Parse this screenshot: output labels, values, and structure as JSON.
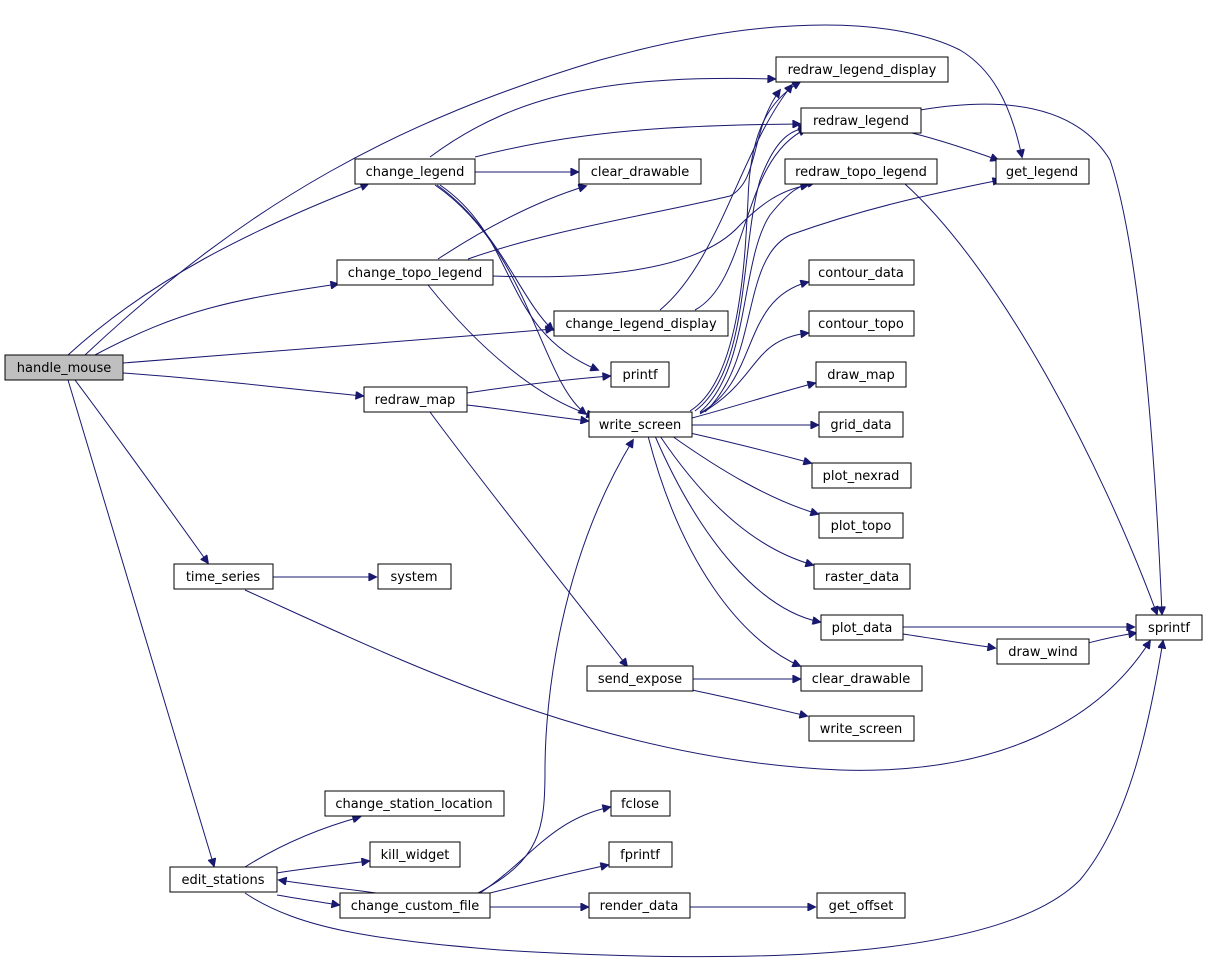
{
  "nodes": {
    "handle_mouse": "handle_mouse",
    "change_legend": "change_legend",
    "change_topo_legend": "change_topo_legend",
    "change_legend_display": "change_legend_display",
    "redraw_map": "redraw_map",
    "time_series": "time_series",
    "edit_stations": "edit_stations",
    "clear_drawable_top": "clear_drawable",
    "printf": "printf",
    "write_screen": "write_screen",
    "redraw_legend_display": "redraw_legend_display",
    "redraw_legend": "redraw_legend",
    "redraw_topo_legend": "redraw_topo_legend",
    "get_legend": "get_legend",
    "contour_data": "contour_data",
    "contour_topo": "contour_topo",
    "draw_map": "draw_map",
    "grid_data": "grid_data",
    "plot_nexrad": "plot_nexrad",
    "plot_topo": "plot_topo",
    "raster_data": "raster_data",
    "plot_data": "plot_data",
    "draw_wind": "draw_wind",
    "sprintf": "sprintf",
    "send_expose": "send_expose",
    "clear_drawable_bottom": "clear_drawable",
    "write_screen_bottom": "write_screen",
    "system": "system",
    "change_station_location": "change_station_location",
    "kill_widget": "kill_widget",
    "change_custom_file": "change_custom_file",
    "fclose": "fclose",
    "fprintf": "fprintf",
    "render_data": "render_data",
    "get_offset": "get_offset"
  },
  "colors": {
    "edge": "#191970",
    "root_fill": "#bfbfbf",
    "node_fill": "#ffffff",
    "node_stroke": "#000000"
  }
}
